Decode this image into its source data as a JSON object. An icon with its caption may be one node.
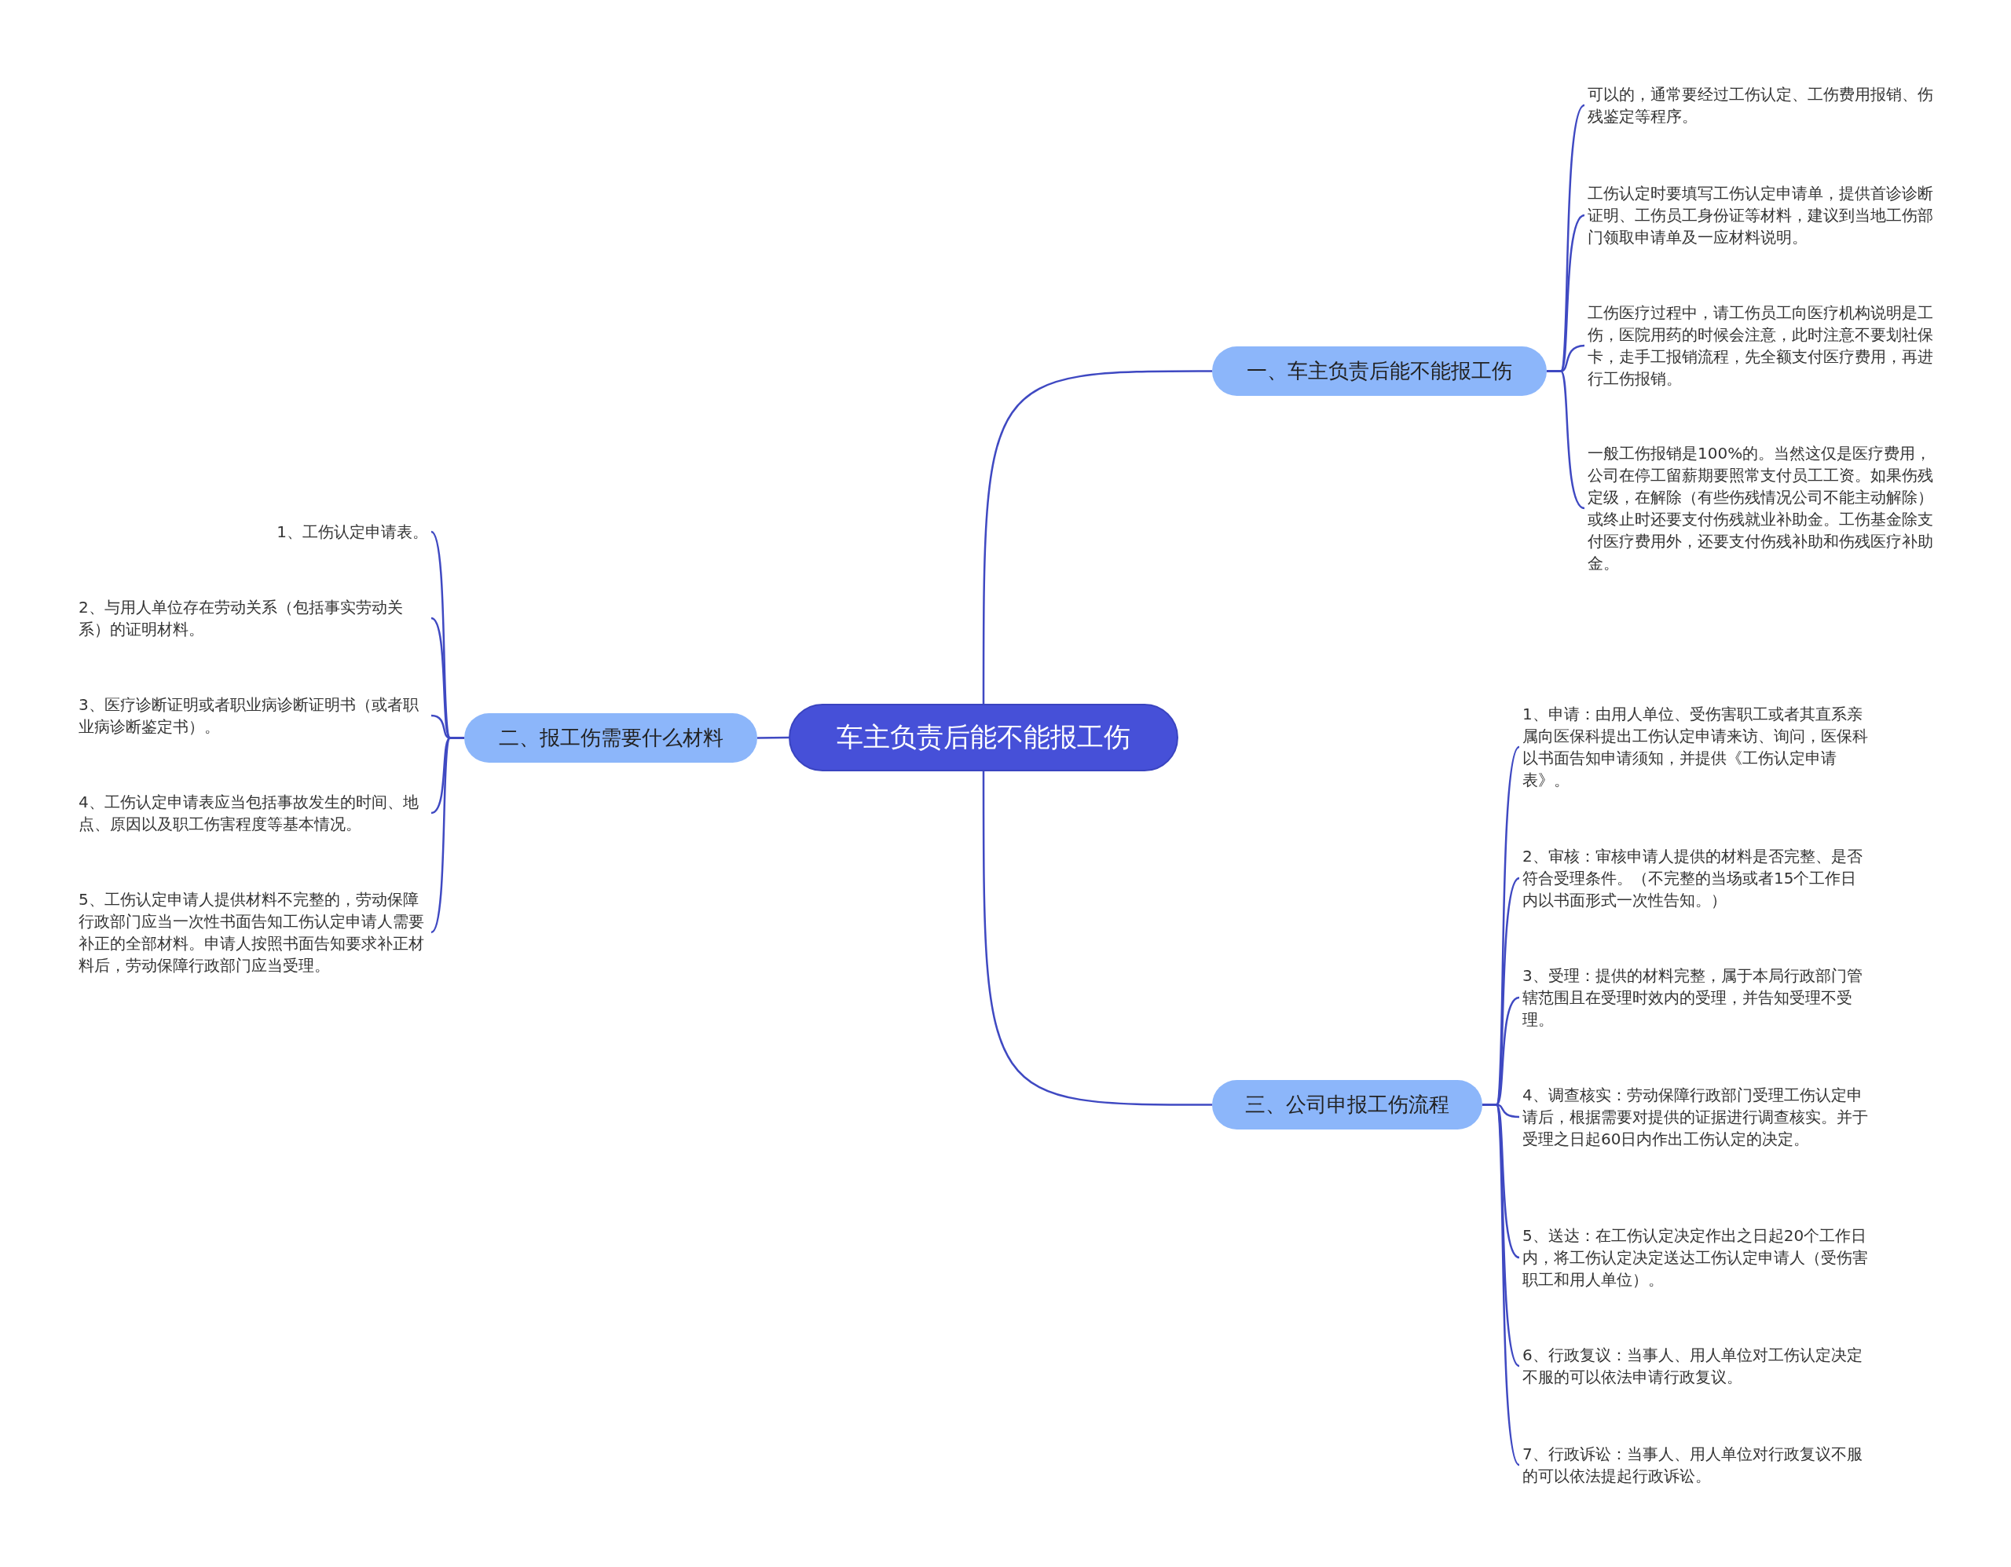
{
  "diagram": {
    "nodes": [
      {
        "text": [
          "车主负责后能不能报工伤"
        ]
      },
      {
        "text": [
          "一、车主负责后能不能报工伤"
        ]
      },
      {
        "text": [
          "可以的，通常要经过工伤认定、工伤费用报销、伤残鉴定等程序。"
        ]
      },
      {
        "text": [
          "工伤认定时要填写工伤认定申请单，提供首诊诊断证明、工伤员工身份证等材料，建议到当地工伤部门领取申请单及一应材料说明。"
        ]
      },
      {
        "text": [
          "工伤医疗过程中，请工伤员工向医疗机构说明是工伤，医院用药的时候会注意，此时注意不要划社保卡，走手工报销流程，先全额支付医疗费用，再进行工伤报销。"
        ]
      },
      {
        "text": [
          "一般工伤报销是100%的。当然这仅是医疗费用，公司在停工留薪期要照常支付员工工资。如果伤残定级，在解除（有些伤残情况公司不能主动解除）或终止时还要支付伤残就业补助金。工伤基金除支付医疗费用外，还要支付伤残补助和伤残医疗补助金。"
        ]
      },
      {
        "text": [
          "二、报工伤需要什么材料"
        ]
      },
      {
        "text": [
          "1、工伤认定申请表。"
        ]
      },
      {
        "text": [
          "2、与用人单位存在劳动关系（包括事实劳动关系）的证明材料。"
        ]
      },
      {
        "text": [
          "3、医疗诊断证明或者职业病诊断证明书（或者职业病诊断鉴定书）。"
        ]
      },
      {
        "text": [
          "4、工伤认定申请表应当包括事故发生的时间、地点、原因以及职工伤害程度等基本情况。"
        ]
      },
      {
        "text": [
          "5、工伤认定申请人提供材料不完整的，劳动保障行政部门应当一次性书面告知工伤认定申请人需要补正的全部材料。申请人按照书面告知要求补正材料后，劳动保障行政部门应当受理。"
        ]
      },
      {
        "text": [
          "三、公司申报工伤流程"
        ]
      },
      {
        "text": [
          "1、申请：由用人单位、受伤害职工或者其直系亲属向医保科提出工伤认定申请来访、询问，医保科以书面告知申请须知，并提供《工伤认定申请表》。"
        ]
      },
      {
        "text": [
          "2、审核：审核申请人提供的材料是否完整、是否符合受理条件。（不完整的当场或者15个工作日内以书面形式一次性告知。）"
        ]
      },
      {
        "text": [
          "3、受理：提供的材料完整，属于本局行政部门管辖范围且在受理时效内的受理，并告知受理不受理。"
        ]
      },
      {
        "text": [
          "4、调查核实：劳动保障行政部门受理工伤认定申请后，根据需要对提供的证据进行调查核实。并于受理之日起60日内作出工伤认定的决定。"
        ]
      },
      {
        "text": [
          "5、送达：在工伤认定决定作出之日起20个工作日内，将工伤认定决定送达工伤认定申请人（受伤害职工和用人单位）。"
        ]
      },
      {
        "text": [
          "6、行政复议：当事人、用人单位对工伤认定决定不服的可以依法申请行政复议。"
        ]
      },
      {
        "text": [
          "7、行政诉讼：当事人、用人单位对行政复议不服的可以依法提起行政诉讼。"
        ]
      }
    ],
    "edges": [
      {
        "from": 0,
        "to": 1,
        "arrow": "none"
      },
      {
        "from": 1,
        "to": 2,
        "arrow": "none"
      },
      {
        "from": 1,
        "to": 3,
        "arrow": "none"
      },
      {
        "from": 1,
        "to": 4,
        "arrow": "none"
      },
      {
        "from": 1,
        "to": 5,
        "arrow": "none"
      },
      {
        "from": 0,
        "to": 6,
        "arrow": "none"
      },
      {
        "from": 6,
        "to": 7,
        "arrow": "none"
      },
      {
        "from": 6,
        "to": 8,
        "arrow": "none"
      },
      {
        "from": 6,
        "to": 9,
        "arrow": "none"
      },
      {
        "from": 6,
        "to": 10,
        "arrow": "none"
      },
      {
        "from": 6,
        "to": 11,
        "arrow": "none"
      },
      {
        "from": 0,
        "to": 12,
        "arrow": "none"
      },
      {
        "from": 12,
        "to": 13,
        "arrow": "none"
      },
      {
        "from": 12,
        "to": 14,
        "arrow": "none"
      },
      {
        "from": 12,
        "to": 15,
        "arrow": "none"
      },
      {
        "from": 12,
        "to": 16,
        "arrow": "none"
      },
      {
        "from": 12,
        "to": 17,
        "arrow": "none"
      },
      {
        "from": 12,
        "to": 18,
        "arrow": "none"
      },
      {
        "from": 12,
        "to": 19,
        "arrow": "none"
      }
    ]
  }
}
